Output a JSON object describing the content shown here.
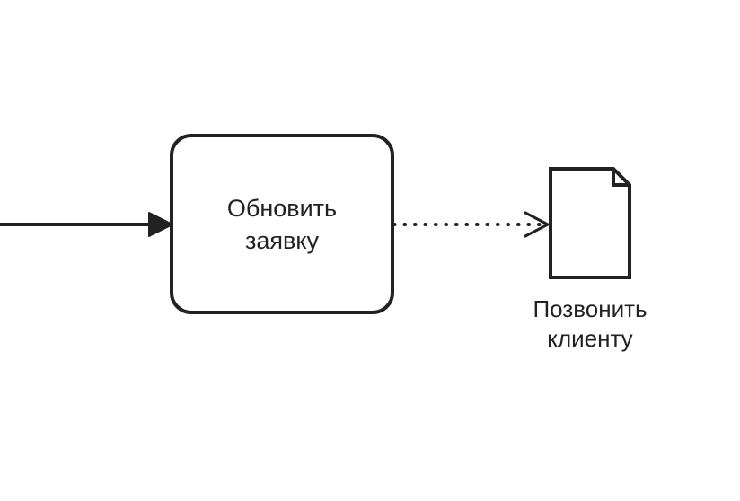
{
  "diagram": {
    "task": {
      "label_line1": "Обновить",
      "label_line2": "заявку"
    },
    "data_object": {
      "label_line1": "Позвонить",
      "label_line2": "клиенту"
    },
    "colors": {
      "stroke": "#222222",
      "fill": "#ffffff"
    }
  }
}
